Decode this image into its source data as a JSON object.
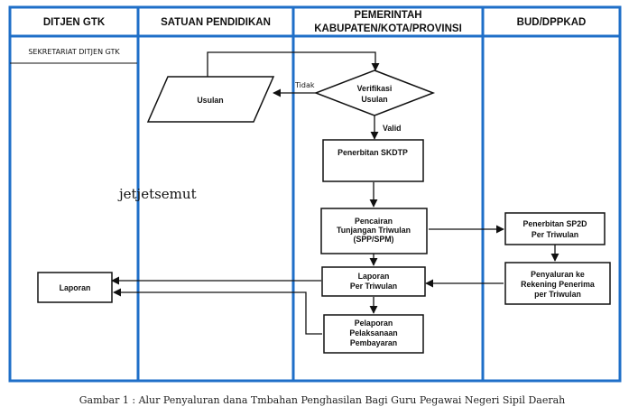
{
  "lanes": {
    "ditjen": "DITJEN GTK",
    "satuan": "SATUAN PENDIDIKAN",
    "pemerintah_l1": "PEMERINTAH",
    "pemerintah_l2": "KABUPATEN/KOTA/PROVINSI",
    "bud": "BUD/DPPKAD"
  },
  "sub_label": "SEKRETARIAT DITJEN GTK",
  "nodes": {
    "usulan": "Usulan",
    "verifikasi_l1": "Verifikasi",
    "verifikasi_l2": "Usulan",
    "skdtp": "Penerbitan SKDTP",
    "pencairan_l1": "Pencairan",
    "pencairan_l2": "Tunjangan Triwulan",
    "pencairan_l3": "(SPP/SPM)",
    "sp2d_l1": "Penerbitan SP2D",
    "sp2d_l2": "Per Triwulan",
    "penyaluran_l1": "Penyaluran ke",
    "penyaluran_l2": "Rekening Penerima",
    "penyaluran_l3": "per Triwulan",
    "lap_triwulan_l1": "Laporan",
    "lap_triwulan_l2": "Per Triwulan",
    "laporan": "Laporan",
    "pelaporan_l1": "Pelaporan",
    "pelaporan_l2": "Pelaksanaan",
    "pelaporan_l3": "Pembayaran"
  },
  "edge_labels": {
    "tidak": "Tidak",
    "valid": "Valid"
  },
  "watermark": "jetjetsemut",
  "caption": "Gambar 1 : Alur Penyaluran dana Tmbahan Penghasilan Bagi Guru Pegawai Negeri Sipil Daerah",
  "colors": {
    "lane_border": "#1f6fc8",
    "line": "#111111"
  }
}
